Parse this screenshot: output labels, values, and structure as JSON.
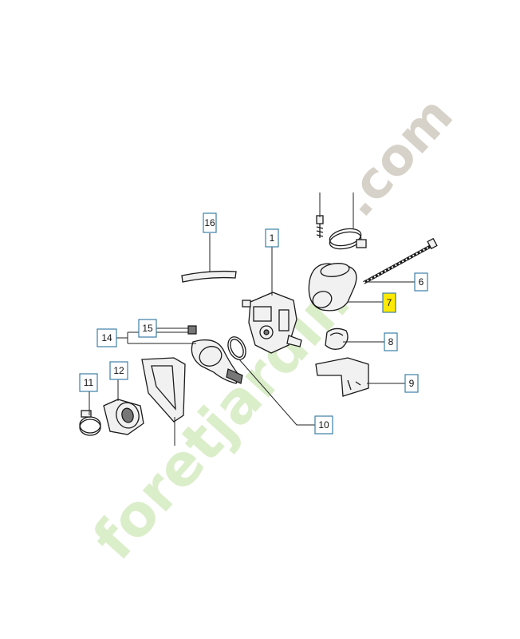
{
  "watermark": {
    "brand": "foretjardin",
    "suffix": ".com",
    "brand_color": "#9bcf6b",
    "suffix_color": "#a89d88"
  },
  "labels": {
    "p1": "1",
    "p6": "6",
    "p7": "7",
    "p8": "8",
    "p9": "9",
    "p10": "10",
    "p11": "11",
    "p12": "12",
    "p14": "14",
    "p15": "15",
    "p16": "16"
  },
  "highlight_color": "#ffe900",
  "label_border_color": "#3c7ea6"
}
